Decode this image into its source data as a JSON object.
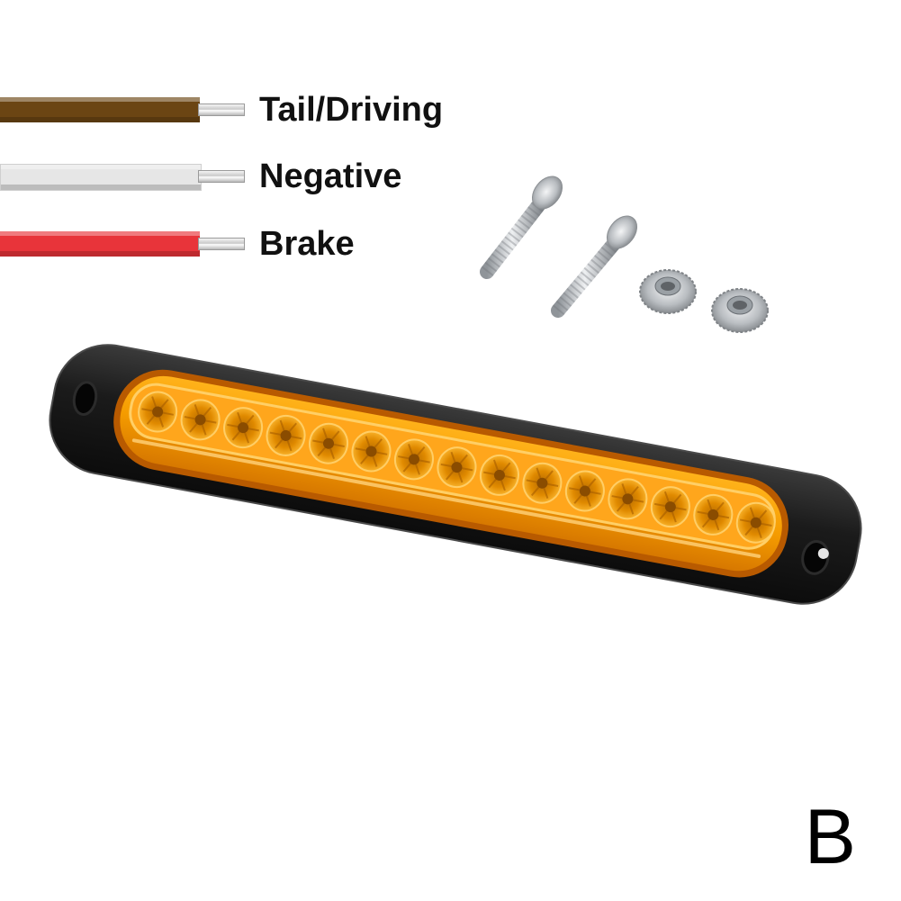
{
  "wires": [
    {
      "label": "Tail/Driving",
      "color": "#6b4513"
    },
    {
      "label": "Negative",
      "color": "#e6e6e6"
    },
    {
      "label": "Brake",
      "color": "#e8343a"
    }
  ],
  "variant": "B",
  "product": {
    "name": "LED light bar",
    "led_count": 15,
    "lens_color": "#f5a100",
    "housing_color": "#1a1a1a"
  },
  "hardware": {
    "bolts": 2,
    "flange_nuts": 2
  }
}
